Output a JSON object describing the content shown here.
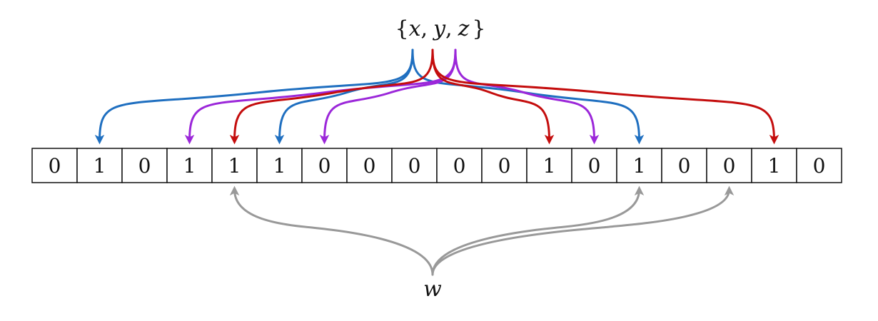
{
  "bits": [
    "0",
    "1",
    "0",
    "1",
    "1",
    "1",
    "0",
    "0",
    "0",
    "0",
    "0",
    "1",
    "0",
    "1",
    "0",
    "0",
    "1",
    "0"
  ],
  "set_label": {
    "open": "{",
    "x": "x",
    "sep1": ",",
    "y": "y",
    "sep2": ",",
    "z": "z",
    "close": "}"
  },
  "query_label": "w",
  "colors": {
    "x": "#1f6fc0",
    "y": "#c40d0d",
    "z": "#9b27d9",
    "w": "#999999"
  },
  "hashes": {
    "x": [
      1,
      5,
      13
    ],
    "y": [
      4,
      11,
      16
    ],
    "z": [
      3,
      6,
      12
    ],
    "w": [
      4,
      13,
      15
    ]
  }
}
